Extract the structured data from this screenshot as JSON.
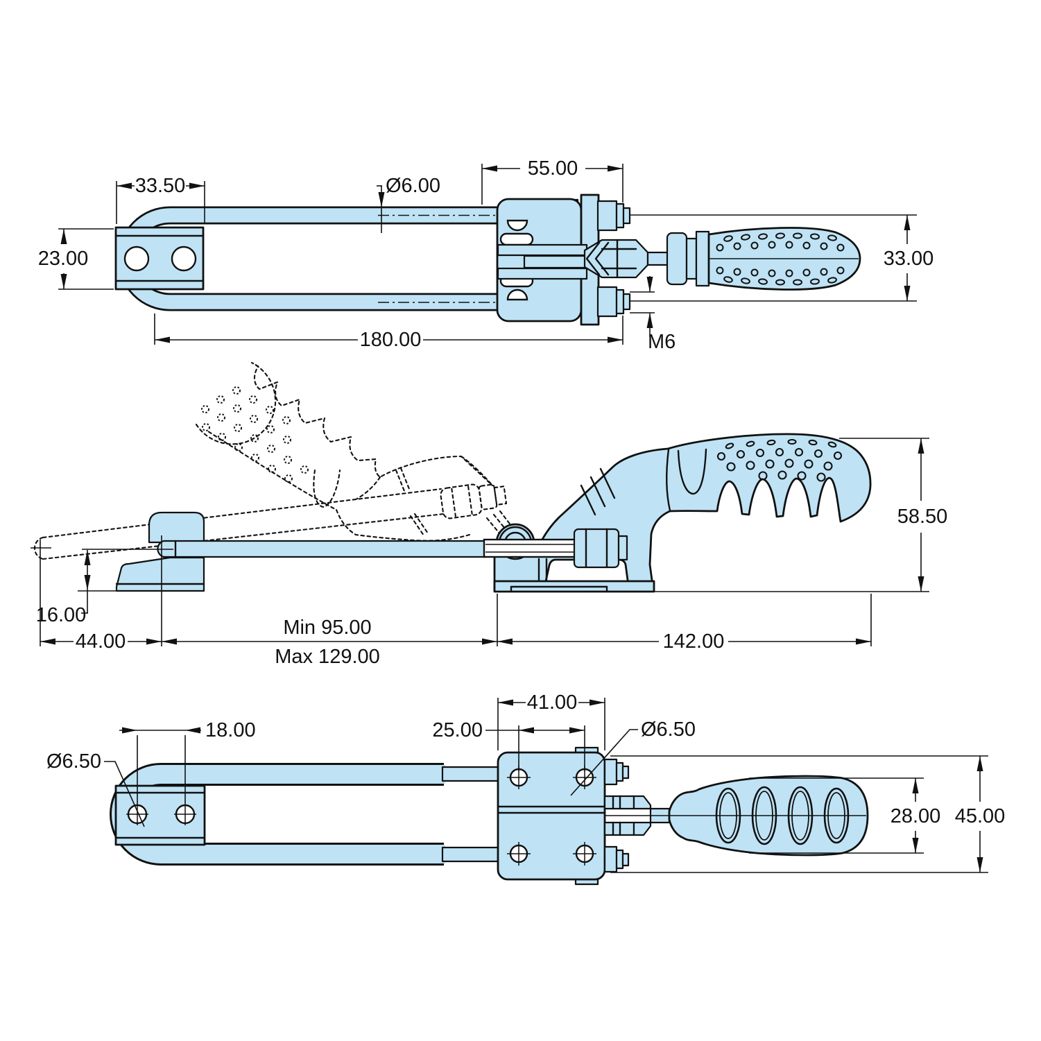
{
  "title": "latch-toggle-clamp-engineering-drawing",
  "colors": {
    "part_fill": "#bfe3f5",
    "line": "#111111"
  },
  "dims": {
    "top": {
      "bracket_width": "33.50",
      "rod_diameter": "Ø6.00",
      "body_width": "55.00",
      "bracket_height": "23.00",
      "handle_height": "33.00",
      "overall_length": "180.00",
      "thread": "M6"
    },
    "side": {
      "hook_height": "16.00",
      "hook_offset": "44.00",
      "travel_min": "Min 95.00",
      "travel_max": "Max 129.00",
      "handle_length": "142.00",
      "overall_height": "58.50"
    },
    "bottom": {
      "hole_spacing": "18.00",
      "hole_diameter": "Ø6.50",
      "base_hole_spacing": "25.00",
      "base_width": "41.00",
      "base_hole_diameter": "Ø6.50",
      "handle_width": "28.00",
      "overall_width": "45.00"
    }
  }
}
